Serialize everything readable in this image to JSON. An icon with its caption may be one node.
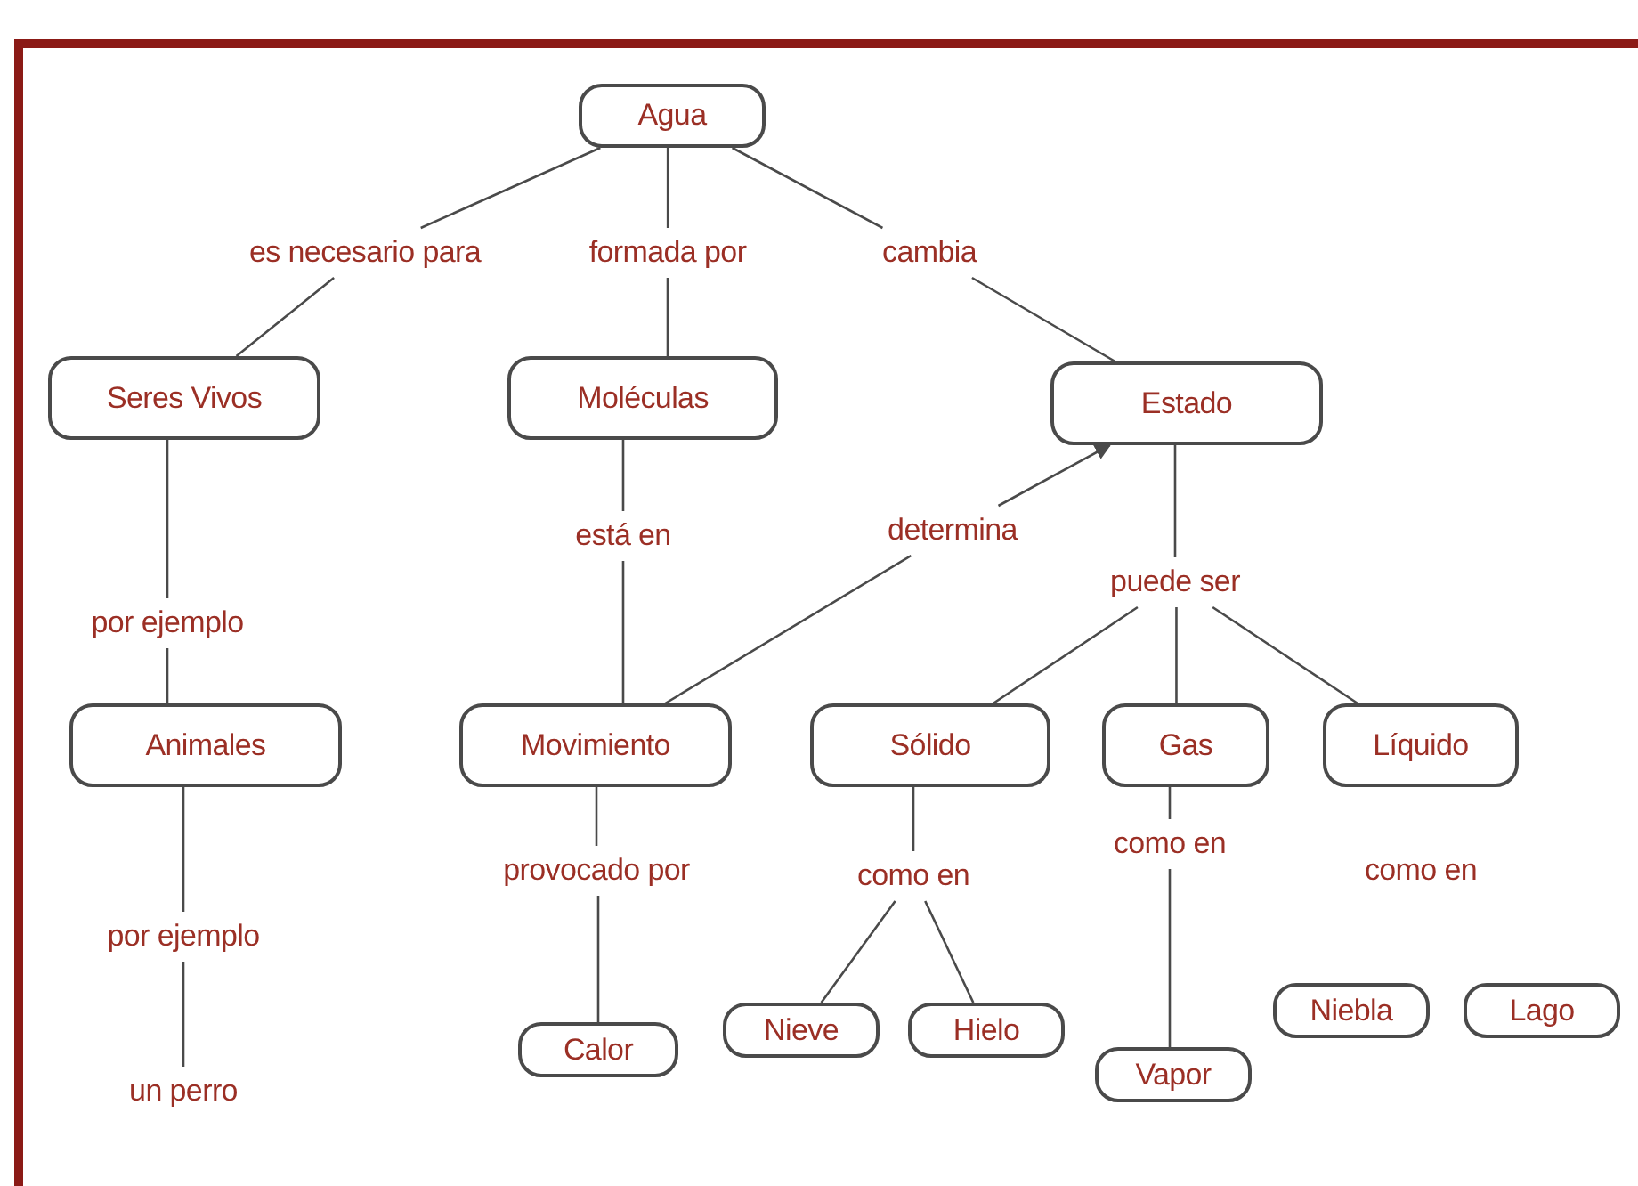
{
  "diagram": {
    "nodes": [
      {
        "text": [
          "Agua"
        ]
      },
      {
        "text": [
          "es necesario para"
        ]
      },
      {
        "text": [
          "formada por"
        ]
      },
      {
        "text": [
          "cambia"
        ]
      },
      {
        "text": [
          "Seres Vivos"
        ]
      },
      {
        "text": [
          "Moléculas"
        ]
      },
      {
        "text": [
          "Estado"
        ]
      },
      {
        "text": [
          "está en"
        ]
      },
      {
        "text": [
          "determina"
        ]
      },
      {
        "text": [
          "puede ser"
        ]
      },
      {
        "text": [
          "por ejemplo"
        ]
      },
      {
        "text": [
          "Animales"
        ]
      },
      {
        "text": [
          "Movimiento"
        ]
      },
      {
        "text": [
          "Sólido"
        ]
      },
      {
        "text": [
          "Gas"
        ]
      },
      {
        "text": [
          "Líquido"
        ]
      },
      {
        "text": [
          "como en"
        ]
      },
      {
        "text": [
          "provocado por"
        ]
      },
      {
        "text": [
          "como en"
        ]
      },
      {
        "text": [
          "por ejemplo"
        ]
      },
      {
        "text": [
          "Calor"
        ]
      },
      {
        "text": [
          "Nieve"
        ]
      },
      {
        "text": [
          "Hielo"
        ]
      },
      {
        "text": [
          "Vapor"
        ]
      },
      {
        "text": [
          "Niebla"
        ]
      },
      {
        "text": [
          "Lago"
        ]
      },
      {
        "text": [
          "un perro"
        ]
      }
    ],
    "edges": [
      {
        "from": 0,
        "to": 1,
        "arrow": "none"
      },
      {
        "from": 1,
        "to": 4,
        "arrow": "none"
      },
      {
        "from": 0,
        "to": 2,
        "arrow": "none"
      },
      {
        "from": 2,
        "to": 5,
        "arrow": "none"
      },
      {
        "from": 0,
        "to": 3,
        "arrow": "none"
      },
      {
        "from": 3,
        "to": 6,
        "arrow": "none"
      },
      {
        "from": 4,
        "to": 10,
        "arrow": "none"
      },
      {
        "from": 10,
        "to": 11,
        "arrow": "none"
      },
      {
        "from": 11,
        "to": 19,
        "arrow": "none"
      },
      {
        "from": 19,
        "to": 26,
        "arrow": "none"
      },
      {
        "from": 5,
        "to": 7,
        "arrow": "none"
      },
      {
        "from": 7,
        "to": 12,
        "arrow": "none"
      },
      {
        "from": 12,
        "to": 8,
        "arrow": "none"
      },
      {
        "from": 8,
        "to": 6,
        "arrow": "to"
      },
      {
        "from": 6,
        "to": 9,
        "arrow": "none"
      },
      {
        "from": 9,
        "to": 13,
        "arrow": "none"
      },
      {
        "from": 9,
        "to": 14,
        "arrow": "none"
      },
      {
        "from": 9,
        "to": 15,
        "arrow": "none"
      },
      {
        "from": 12,
        "to": 17,
        "arrow": "none"
      },
      {
        "from": 17,
        "to": 20,
        "arrow": "none"
      },
      {
        "from": 13,
        "to": 18,
        "arrow": "none"
      },
      {
        "from": 18,
        "to": 21,
        "arrow": "none"
      },
      {
        "from": 18,
        "to": 22,
        "arrow": "none"
      },
      {
        "from": 14,
        "to": 16,
        "arrow": "none"
      },
      {
        "from": 16,
        "to": 23,
        "arrow": "none"
      }
    ],
    "labels": [
      "como en"
    ]
  }
}
